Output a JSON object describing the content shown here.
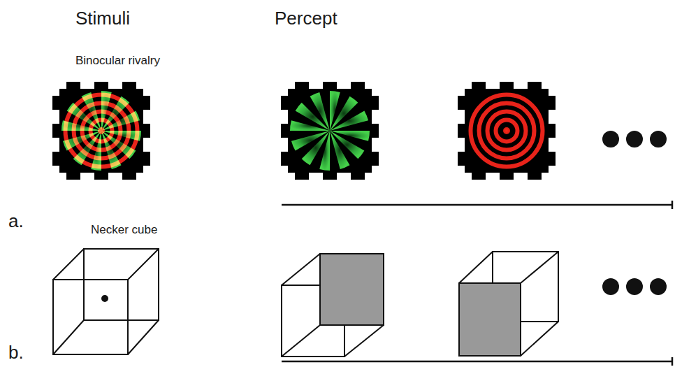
{
  "diagram": {
    "labels": [
      "Stimuli",
      "Percept",
      "Binocular rivalry",
      "a.",
      "Necker cube",
      "b."
    ]
  }
}
